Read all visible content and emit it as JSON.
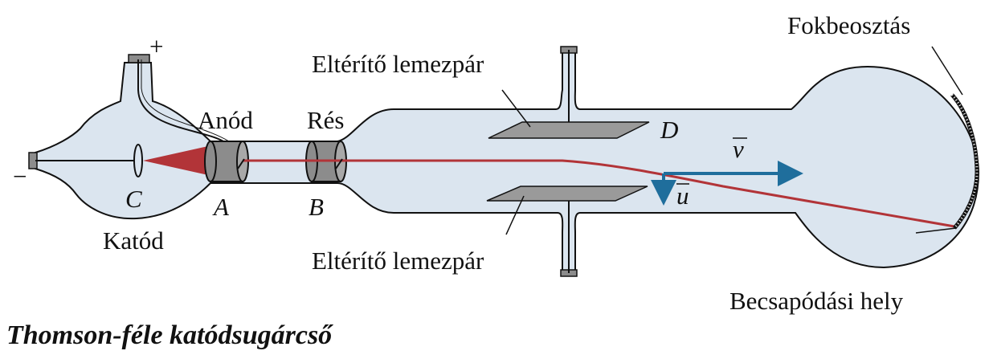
{
  "labels": {
    "plus": "+",
    "minus": "−",
    "anode": "Anód",
    "slit": "Rés",
    "cathode": "Katód",
    "deflector_top": "Eltérítő lemezpár",
    "deflector_bottom": "Eltérítő lemezpár",
    "scale": "Fokbeosztás",
    "impact": "Becsapódási hely",
    "point_a": "A",
    "point_b": "B",
    "point_c": "C",
    "point_d": "D",
    "vec_v": "v",
    "vec_u": "u"
  },
  "caption": "Thomson-féle katódsugárcső",
  "colors": {
    "tube_fill": "#dbe5ef",
    "outline": "#111111",
    "beam": "#b23438",
    "vector": "#1f6e9c",
    "plate": "#9a9a9a",
    "electrode": "#8c8c8c"
  }
}
